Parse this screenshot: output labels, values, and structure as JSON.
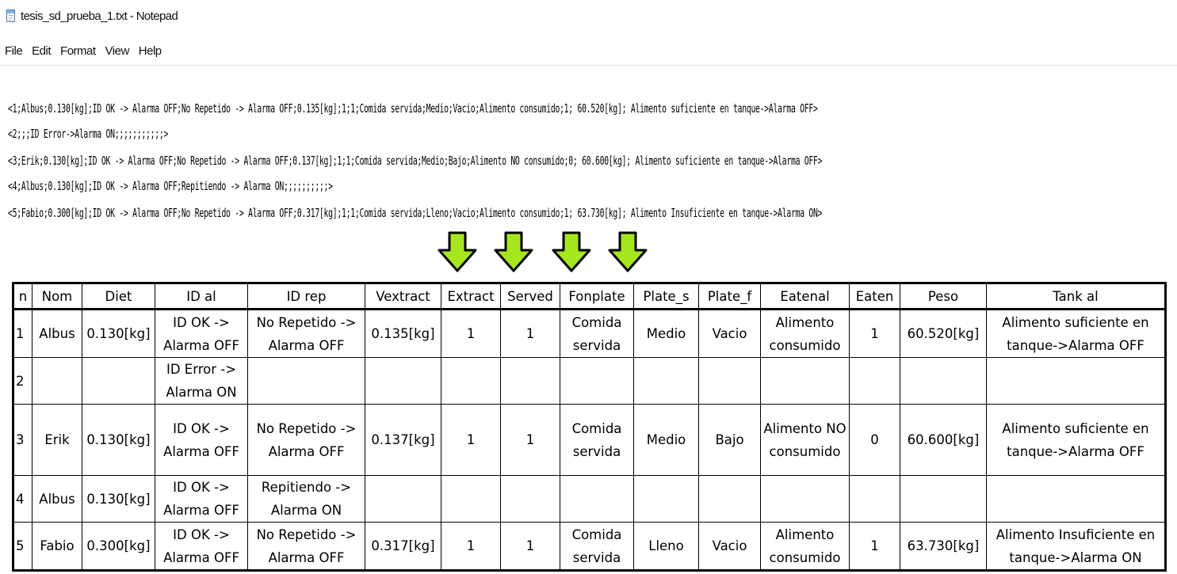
{
  "window": {
    "title": "tesis_sd_prueba_1.txt - Notepad"
  },
  "menu": [
    "File",
    "Edit",
    "Format",
    "View",
    "Help"
  ],
  "editor_lines": [
    "<1;Albus;0.130[kg];ID OK -> Alarma OFF;No Repetido -> Alarma OFF;0.135[kg];1;1;Comida servida;Medio;Vacio;Alimento consumido;1; 60.520[kg]; Alimento suficiente en tanque->Alarma OFF>",
    "<2;;;ID Error->Alarma ON;;;;;;;;;;;>",
    "<3;Erik;0.130[kg];ID OK -> Alarma OFF;No Repetido -> Alarma OFF;0.137[kg];1;1;Comida servida;Medio;Bajo;Alimento NO consumido;0; 60.600[kg]; Alimento suficiente en tanque->Alarma OFF>",
    "<4;Albus;0.130[kg];ID OK -> Alarma OFF;Repitiendo -> Alarma ON;;;;;;;;;;>",
    "<5;Fabio;0.300[kg];ID OK -> Alarma OFF;No Repetido -> Alarma OFF;0.317[kg];1;1;Comida servida;Lleno;Vacio;Alimento consumido;1; 63.730[kg]; Alimento Insuficiente en tanque->Alarma ON>"
  ],
  "arrow_color": "#a6e61e",
  "table": {
    "headers": [
      "n",
      "Nom",
      "Diet",
      "ID al",
      "ID rep",
      "Vextract",
      "Extract",
      "Served",
      "Fonplate",
      "Plate_s",
      "Plate_f",
      "Eatenal",
      "Eaten",
      "Peso",
      "Tank al"
    ],
    "rows": [
      [
        "1",
        "Albus",
        "0.130[kg]",
        "ID OK -> Alarma OFF",
        "No Repetido -> Alarma OFF",
        "0.135[kg]",
        "1",
        "1",
        "Comida servida",
        "Medio",
        "Vacio",
        "Alimento consumido",
        "1",
        "60.520[kg]",
        "Alimento suficiente en tanque->Alarma OFF"
      ],
      [
        "2",
        "",
        "",
        "ID Error -> Alarma ON",
        "",
        "",
        "",
        "",
        "",
        "",
        "",
        "",
        "",
        "",
        ""
      ],
      [
        "3",
        "Erik",
        "0.130[kg]",
        "ID OK -> Alarma OFF",
        "No Repetido -> Alarma OFF",
        "0.137[kg]",
        "1",
        "1",
        "Comida servida",
        "Medio",
        "Bajo",
        "Alimento NO consumido",
        "0",
        "60.600[kg]",
        "Alimento suficiente en tanque->Alarma OFF"
      ],
      [
        "4",
        "Albus",
        "0.130[kg]",
        "ID OK -> Alarma OFF",
        "Repitiendo -> Alarma ON",
        "",
        "",
        "",
        "",
        "",
        "",
        "",
        "",
        "",
        ""
      ],
      [
        "5",
        "Fabio",
        "0.300[kg]",
        "ID OK -> Alarma OFF",
        "No Repetido -> Alarma OFF",
        "0.317[kg]",
        "1",
        "1",
        "Comida servida",
        "Lleno",
        "Vacio",
        "Alimento consumido",
        "1",
        "63.730[kg]",
        "Alimento Insuficiente en tanque->Alarma ON"
      ]
    ]
  }
}
